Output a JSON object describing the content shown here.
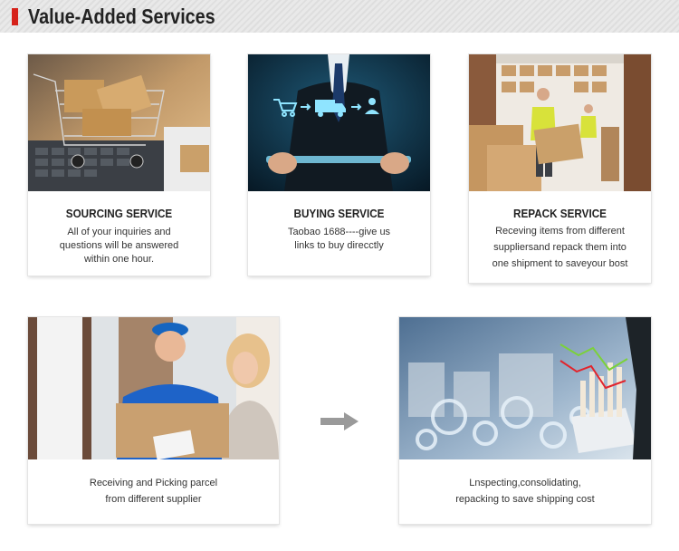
{
  "header": {
    "title": "Value-Added Services"
  },
  "services": [
    {
      "title": "SOURCING SERVICE",
      "lines": [
        "All of your inquiries and",
        "questions will be answered",
        "within one hour."
      ]
    },
    {
      "title": "BUYING SERVICE",
      "lines": [
        "Taobao 1688----give us",
        "links to buy direcctly"
      ]
    },
    {
      "title": "REPACK SERVICE",
      "lines": [
        "Receving items from different",
        "suppliersand repack them into",
        "one shipment to saveyour bost"
      ]
    }
  ],
  "process": [
    {
      "lines": [
        "Receiving and Picking parcel",
        "from different supplier"
      ]
    },
    {
      "lines": [
        "Lnspecting,consolidating,",
        "repacking to save shipping cost"
      ]
    }
  ],
  "colors": {
    "accent": "#d6221a",
    "arrow": "#9a9a9a"
  },
  "icons": [
    "cart-icon",
    "truck-icon",
    "person-icon",
    "arrow-right-icon"
  ]
}
